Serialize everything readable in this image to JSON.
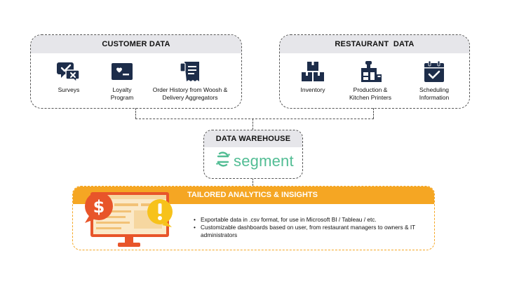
{
  "customer_panel": {
    "title": "CUSTOMER DATA",
    "items": [
      {
        "label": "Surveys",
        "icon": "chat-check-icon"
      },
      {
        "label": "Loyalty Program",
        "icon": "loyalty-card-icon"
      },
      {
        "label": "Order History from Woosh & Delivery Aggregators",
        "icon": "receipt-icon"
      }
    ]
  },
  "restaurant_panel": {
    "title": "RESTAURANT  DATA",
    "items": [
      {
        "label": "Inventory",
        "icon": "boxes-icon"
      },
      {
        "label": "Production & Kitchen Printers",
        "icon": "kitchen-printer-icon"
      },
      {
        "label": "Scheduling Information",
        "icon": "calendar-check-icon"
      }
    ]
  },
  "warehouse": {
    "title": "DATA WAREHOUSE",
    "logo_text": "segment",
    "logo_color": "#52bd94"
  },
  "analytics": {
    "title": "TAILORED ANALYTICS & INSIGHTS",
    "accent": "#f5a623",
    "bullets": [
      "Exportable data in .csv format, for use in Microsoft BI / Tableau / etc.",
      "Customizable dashboards based on user, from restaurant managers to owners & IT administrators"
    ]
  }
}
